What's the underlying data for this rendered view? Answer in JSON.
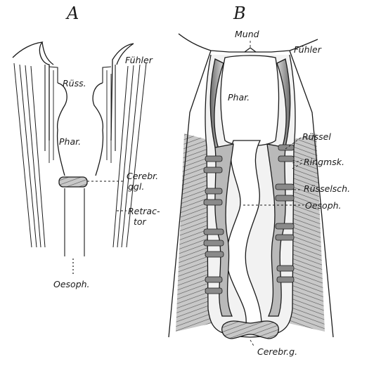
{
  "panels": {
    "A": {
      "letter": "A"
    },
    "B": {
      "letter": "B"
    }
  },
  "labels": {
    "a_fuehler": "Fühler",
    "a_ruess": "Rüss.",
    "a_phar": "Phar.",
    "a_cerebr_1": "Cerebr.",
    "a_cerebr_2": "ggl.",
    "a_retractor_1": "Retrac-",
    "a_retractor_2": "tor",
    "a_oesoph": "Oesoph.",
    "b_mund": "Mund",
    "b_fuehler": "Fühler",
    "b_phar": "Phar.",
    "b_ruessel": "Rüssel",
    "b_ringmsk": "Ringmsk.",
    "b_ruesselsch": "Rüsselsch.",
    "b_oesoph": "Oesoph.",
    "b_cerebr": "Cerebr.g."
  },
  "colors": {
    "ink": "#1a1a1a",
    "tissue_dark": "#7a7a7a",
    "tissue_mid": "#b0b0b0",
    "tissue_light": "#d8d8d8"
  }
}
